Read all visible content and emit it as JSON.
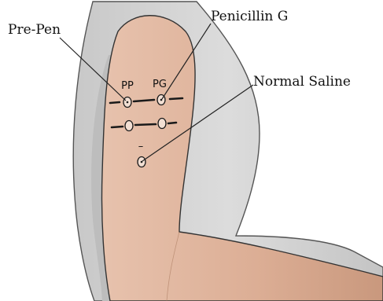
{
  "callouts": {
    "pre_pen": "Pre-Pen",
    "penicillin_g": "Penicillin G",
    "normal_saline": "Normal Saline"
  },
  "site_codes": {
    "pre_pen": "PP",
    "penicillin_g": "PG",
    "negative_control": "–"
  },
  "colors": {
    "background": "#ffffff",
    "shirt": "#d3d3d3",
    "shirt_outline": "#555555",
    "skin_light": "#eccdb9",
    "skin_dark": "#c9987d",
    "skin_outline": "#333333",
    "marker_ink": "#1a1a1a"
  }
}
